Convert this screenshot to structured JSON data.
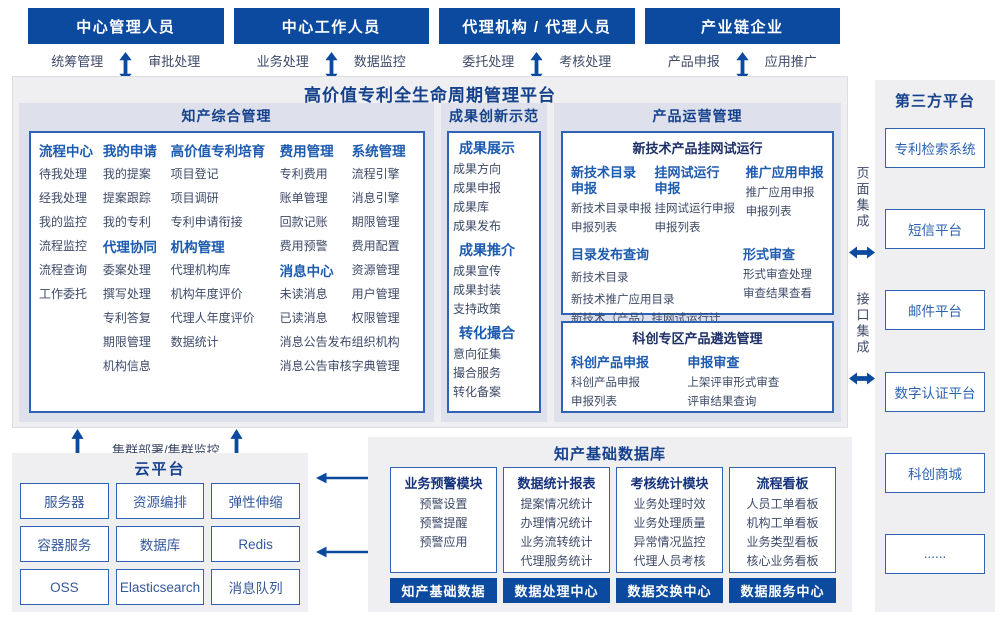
{
  "colors": {
    "header_bg": "#0b4a9e",
    "box_border": "#2e62b4",
    "heading_blue": "#1d5bb0",
    "title_navy": "#15418c",
    "item_text": "#3d4a68",
    "panel_gray": "#efeff1",
    "section_lavender": "#dee1eb",
    "footer_bg": "#0b4a9e"
  },
  "roles": [
    {
      "title": "中心管理人员",
      "left_label": "统筹管理",
      "right_label": "审批处理"
    },
    {
      "title": "中心工作人员",
      "left_label": "业务处理",
      "right_label": "数据监控"
    },
    {
      "title": "代理机构 / 代理人员",
      "left_label": "委托处理",
      "right_label": "考核处理"
    },
    {
      "title": "产业链企业",
      "left_label": "产品申报",
      "right_label": "应用推广"
    }
  ],
  "platform": {
    "title": "高价值专利全生命周期管理平台",
    "sections": {
      "comprehensive": {
        "title": "知产综合管理",
        "cols": [
          {
            "groups": [
              {
                "heading": "流程中心",
                "items": [
                  "待我处理",
                  "经我处理",
                  "我的监控",
                  "流程监控",
                  "流程查询",
                  "工作委托"
                ]
              }
            ]
          },
          {
            "groups": [
              {
                "heading": "我的申请",
                "items": [
                  "我的提案",
                  "提案跟踪",
                  "我的专利"
                ]
              },
              {
                "heading": "代理协同",
                "items": [
                  "委案处理",
                  "撰写处理",
                  "专利答复",
                  "期限管理",
                  "机构信息"
                ]
              }
            ]
          },
          {
            "groups": [
              {
                "heading": "高价值专利培育",
                "items": [
                  "项目登记",
                  "项目调研",
                  "专利申请衔接"
                ]
              },
              {
                "heading": "机构管理",
                "items": [
                  "代理机构库",
                  "机构年度评价",
                  "代理人年度评价",
                  "数据统计"
                ]
              }
            ]
          },
          {
            "groups": [
              {
                "heading": "费用管理",
                "items": [
                  "专利费用",
                  "账单管理",
                  "回款记账",
                  "费用预警"
                ]
              },
              {
                "heading": "消息中心",
                "items": [
                  "未读消息",
                  "已读消息",
                  "消息公告发布",
                  "消息公告审核"
                ]
              }
            ]
          },
          {
            "groups": [
              {
                "heading": "系统管理",
                "items": [
                  "流程引擎",
                  "消息引擎",
                  "期限管理",
                  "费用配置",
                  "资源管理",
                  "用户管理",
                  "权限管理",
                  "组织机构",
                  "字典管理"
                ]
              }
            ]
          }
        ]
      },
      "innovation": {
        "title": "成果创新示范",
        "groups": [
          {
            "heading": "成果展示",
            "items": [
              "成果方向",
              "成果申报",
              "成果库",
              "成果发布"
            ]
          },
          {
            "heading": "成果推介",
            "items": [
              "成果宣传",
              "成果封装",
              "支持政策"
            ]
          },
          {
            "heading": "转化撮合",
            "items": [
              "意向征集",
              "撮合服务",
              "转化备案"
            ]
          }
        ]
      },
      "operation": {
        "title": "产品运营管理",
        "trial": {
          "title": "新技术产品挂网试运行",
          "cols": [
            {
              "heading": "新技术目录申报",
              "items": [
                "新技术目录申报",
                "申报列表"
              ]
            },
            {
              "heading": "挂网试运行申报",
              "items": [
                "挂网试运行申报",
                "申报列表"
              ]
            },
            {
              "heading": "推广应用申报",
              "items": [
                "推广应用申报",
                "申报列表"
              ]
            }
          ],
          "catalog": {
            "heading": "目录发布查询",
            "items": [
              "新技术目录",
              "新技术推广应用目录",
              "新技术（产品）挂网试运行计划"
            ]
          },
          "review": {
            "heading": "形式审查",
            "items": [
              "形式审查处理",
              "审查结果查看"
            ]
          }
        },
        "selection": {
          "title": "科创专区产品遴选管理",
          "cols": [
            {
              "heading": "科创产品申报",
              "items": [
                "科创产品申报",
                "申报列表"
              ]
            },
            {
              "heading": "申报审查",
              "items": [
                "上架评审形式审查",
                "评审结果查询"
              ]
            }
          ]
        }
      }
    }
  },
  "integration": {
    "page_label": "页面集成",
    "api_label": "接口集成"
  },
  "third_party": {
    "title": "第三方平台",
    "items": [
      "专利检索系统",
      "短信平台",
      "邮件平台",
      "数字认证平台",
      "科创商城",
      "......"
    ]
  },
  "cluster": {
    "label": "集群部署/集群监控"
  },
  "cloud": {
    "title": "云平台",
    "items": [
      "服务器",
      "资源编排",
      "弹性伸缩",
      "容器服务",
      "数据库",
      "Redis",
      "OSS",
      "Elasticsearch",
      "消息队列"
    ]
  },
  "database": {
    "title": "知产基础数据库",
    "modules": [
      {
        "heading": "业务预警模块",
        "items": [
          "预警设置",
          "预警提醒",
          "预警应用"
        ],
        "footer": "知产基础数据"
      },
      {
        "heading": "数据统计报表",
        "items": [
          "提案情况统计",
          "办理情况统计",
          "业务流转统计",
          "代理服务统计"
        ],
        "footer": "数据处理中心"
      },
      {
        "heading": "考核统计模块",
        "items": [
          "业务处理时效",
          "业务处理质量",
          "异常情况监控",
          "代理人员考核"
        ],
        "footer": "数据交换中心"
      },
      {
        "heading": "流程看板",
        "items": [
          "人员工单看板",
          "机构工单看板",
          "业务类型看板",
          "核心业务看板"
        ],
        "footer": "数据服务中心"
      }
    ]
  }
}
